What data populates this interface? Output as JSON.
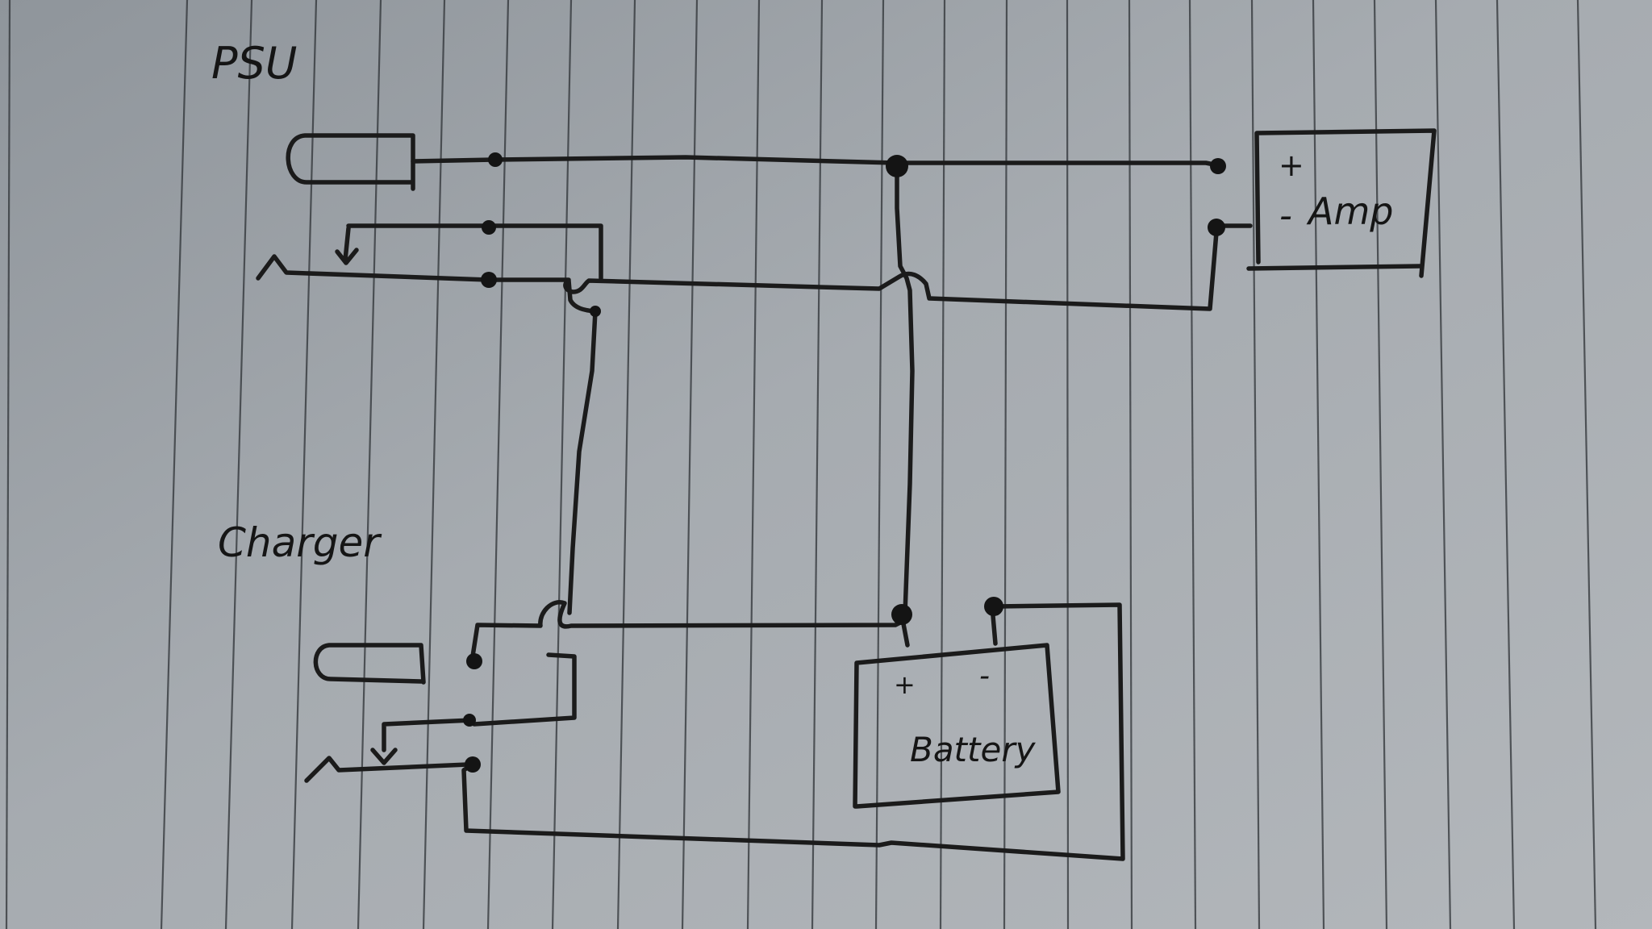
{
  "labels": {
    "psu": "PSU",
    "charger": "Charger",
    "amp": "Amp",
    "amp_plus": "+",
    "amp_minus": "-",
    "battery": "Battery",
    "battery_plus": "+",
    "battery_minus": "-"
  },
  "colors": {
    "paper": "#9ea3a8",
    "ink": "#1b1b1b",
    "rule_line": "#2a2d30"
  }
}
